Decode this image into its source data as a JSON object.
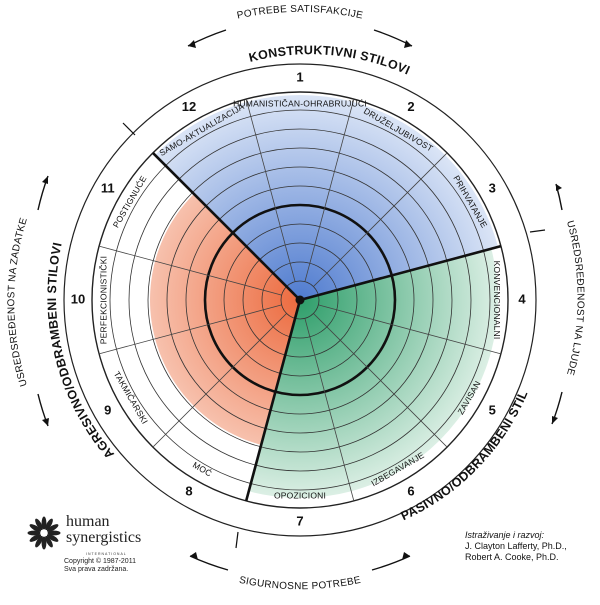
{
  "title": "KONSTRUKTIVNI STILOVI",
  "clusters": {
    "aggressive": "AGRESIVNO/ODBRAMBENI STILOVI",
    "passive": "PASIVNO/ODBRAMBENI STILOVI"
  },
  "outer_labels": {
    "top": "POTREBE SATISFAKCIJE",
    "bottom": "SIGURNOSNE POTREBE",
    "left": "USREDSREĐENOST NA ZADATKE",
    "right": "USREDSREĐENOST NA LJUDE"
  },
  "segments": [
    {
      "number": "12",
      "label": "SAMO-AKTUALIZACIJA"
    },
    {
      "number": "1",
      "label": "HUMANISTIČAN-OHRABRUJUĆI"
    },
    {
      "number": "2",
      "label": "DRUŽELJUBIVOST"
    },
    {
      "number": "3",
      "label": "PRIHVATANJE"
    },
    {
      "number": "4",
      "label": "KONVENCIONALNI"
    },
    {
      "number": "5",
      "label": "ZAVISAN"
    },
    {
      "number": "6",
      "label": "IZBEGAVANJE"
    },
    {
      "number": "7",
      "label": "OPOZICIONI"
    },
    {
      "number": "8",
      "label": "MOĆ"
    },
    {
      "number": "9",
      "label": "TAKMIČARSKI"
    },
    {
      "number": "10",
      "label": "PERFEKCIONISTIČKI"
    },
    {
      "number": "11",
      "label": "POSTIGNUĆE"
    }
  ],
  "colors": {
    "constructive": "#6f93d6",
    "passive": "#3fa877",
    "aggressive": "#ef7e56"
  },
  "logo": {
    "line1": "human",
    "line2": "synergistics",
    "line3": "INTERNATIONAL",
    "copyright": "Copyright © 1987-2011",
    "rights": "Sva prava zadržana."
  },
  "credits": {
    "heading": "Istraživanje i razvoj:",
    "author1": "J. Clayton Lafferty, Ph.D.,",
    "author2": "Robert A. Cooke, Ph.D."
  }
}
